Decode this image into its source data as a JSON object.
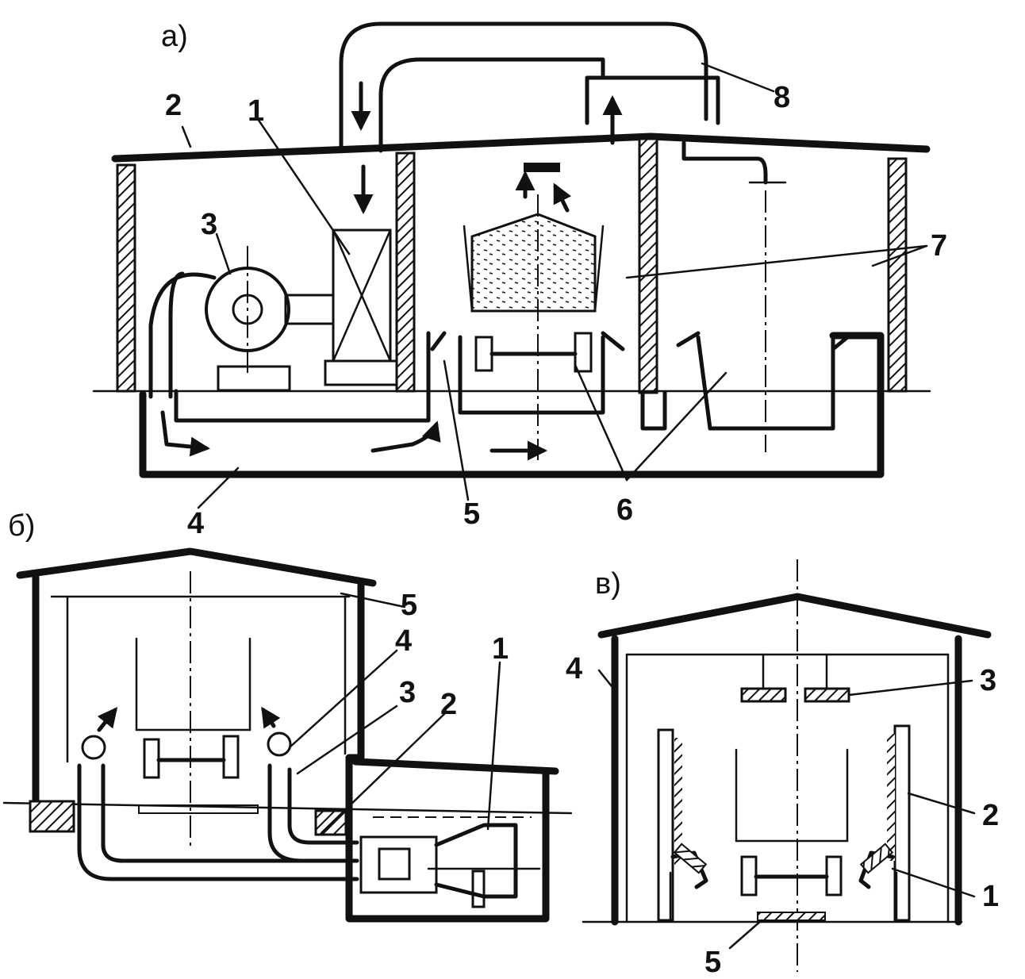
{
  "panels": {
    "a": {
      "label": "а)",
      "callouts": [
        "1",
        "2",
        "3",
        "4",
        "5",
        "6",
        "7",
        "8"
      ]
    },
    "b": {
      "label": "б)",
      "callouts": [
        "1",
        "2",
        "3",
        "4",
        "5"
      ]
    },
    "v": {
      "label": "в)",
      "callouts": [
        "1",
        "2",
        "3",
        "4",
        "5"
      ]
    }
  },
  "colors": {
    "ink": "#111111",
    "paper": "#ffffff"
  }
}
